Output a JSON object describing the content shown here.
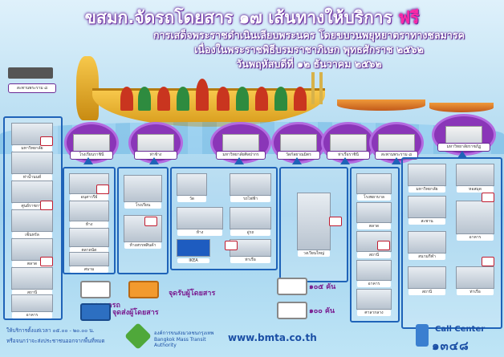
{
  "header": {
    "title_part1": "ขสมก.จัดรถโดยสาร ๑๗ เส้นทางให้บริการ",
    "title_free": "ฟรี",
    "line1": "การเสด็จพระราชดำเนินเลียบพระนคร โดยขบวนพยุหยาตราทางชลมารค",
    "line2": "เนื่องในพระราชพิธีบรมราชาภิเษก พุทธศักราช ๒๕๖๒",
    "line3": "วันพฤหัสบดีที่ ๑๒ ธันวาคม ๒๕๖๒"
  },
  "pier_label": "สะพานพระราม ๘",
  "stops": [
    "โรงเรียนราชินี",
    "ท่าช้าง",
    "มหาวิทยาลัยศิลปากร",
    "วัดกัลยาณมิตร",
    "ท่าเรือราชินี",
    "สะพานพระราม ๘",
    "มหาวิทยาลัยราชภัฏ"
  ],
  "col1": [
    "มหาวิทยาลัย",
    "ท่าน้ำนนท์",
    "ศูนย์ราชการ",
    "เซ็นทรัล",
    "ตลาด",
    "สถานี",
    "อาคาร"
  ],
  "col2": [
    "อนุสาวรีย์",
    "ห้าง",
    "ตลาดนัด",
    "สนาม"
  ],
  "col3": [
    "โรงเรียน",
    "ห้างสรรพสินค้า"
  ],
  "col4": [
    "วัด",
    "รถไฟฟ้า",
    "ห้าง",
    "อู่รถ",
    "IKEA",
    "ท่าเรือ"
  ],
  "col5": [
    "วงเวียนใหญ่"
  ],
  "col6": [
    "โรงพยาบาล",
    "ตลาด",
    "สถานี",
    "อาคาร",
    "ศาลากลาง"
  ],
  "col7": [
    "มหาวิทยาลัย",
    "หอสมุด",
    "สะพาน",
    "อาคาร",
    "สนามกีฬา",
    "สถานี",
    "ท่าเรือ"
  ],
  "legend": {
    "bus1": "จุดจอดรถ",
    "bus2": "จุดรับผู้โดยสาร",
    "bus3": "จุดส่งผู้โดยสาร",
    "route_a": "๑๐๕ คัน",
    "route_b": "๑๐๐ คัน"
  },
  "footer": {
    "note1": "ให้บริการตั้งแต่เวลา ๐๕.๐๐ - ๒๐.๐๐ น.",
    "note2": "หรือจนกว่าจะส่งประชาชนออกจากพื้นที่หมด",
    "org_th": "องค์การขนส่งมวลชนกรุงเทพ",
    "org_en": "Bangkok Mass Transit Authority",
    "url": "www.bmta.co.th",
    "call_label": "Call Center",
    "call_number": "๑๓๔๘"
  },
  "colors": {
    "title_purple": "#6b2fa0",
    "title_pink": "#ff2aa8",
    "column_blue": "#1f63b8",
    "stop_purple": "#8a36b8",
    "barge_gold": "#e0a725"
  }
}
